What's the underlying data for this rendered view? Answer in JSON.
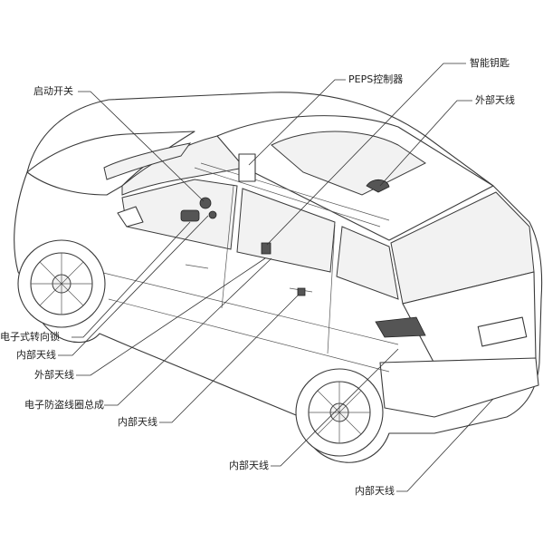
{
  "labels": {
    "ignition_switch": "启动开关",
    "peps_controller": "PEPS控制器",
    "smart_key": "智能钥匙",
    "external_antenna_roof": "外部天线",
    "electronic_steering_lock": "电子式转向锁",
    "internal_antenna_1": "内部天线",
    "external_antenna_door": "外部天线",
    "immobilizer_coil": "电子防盗线圈总成",
    "internal_antenna_2": "内部天线",
    "internal_antenna_3": "内部天线",
    "internal_antenna_4": "内部天线"
  }
}
